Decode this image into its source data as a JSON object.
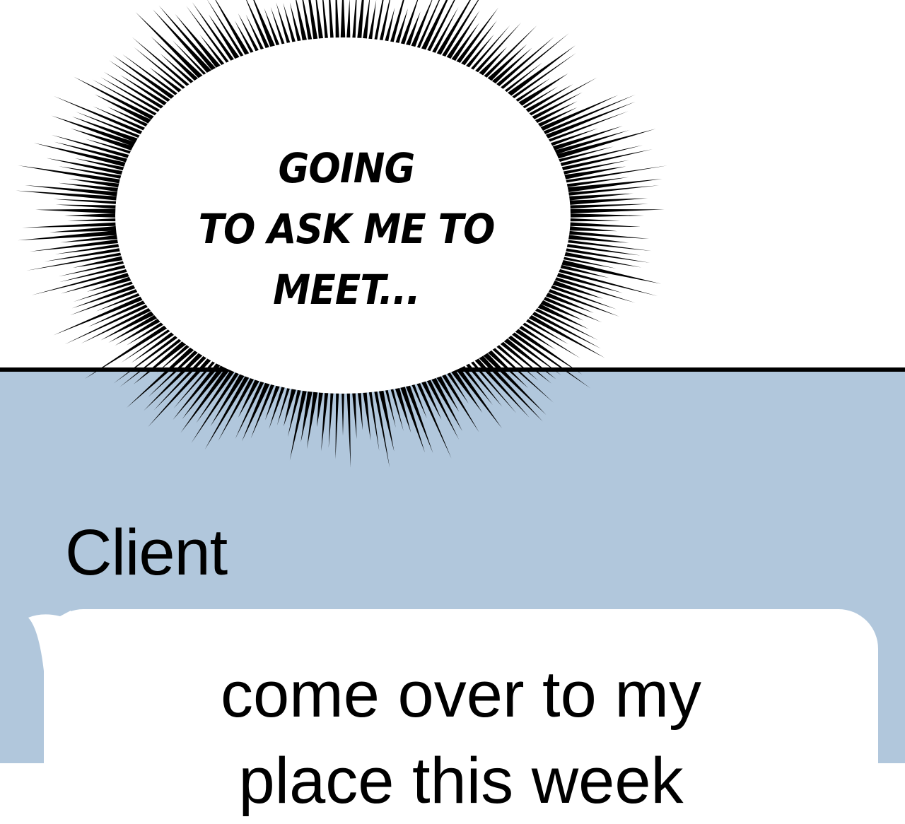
{
  "burst": {
    "lines": [
      "GOING",
      "TO ASK ME TO",
      "MEET..."
    ]
  },
  "chat": {
    "sender": "Client",
    "message_lines": [
      "come over to my",
      "place this week"
    ]
  },
  "colors": {
    "chat_background": "#b1c7dc",
    "bubble": "#ffffff",
    "ink": "#000000"
  }
}
